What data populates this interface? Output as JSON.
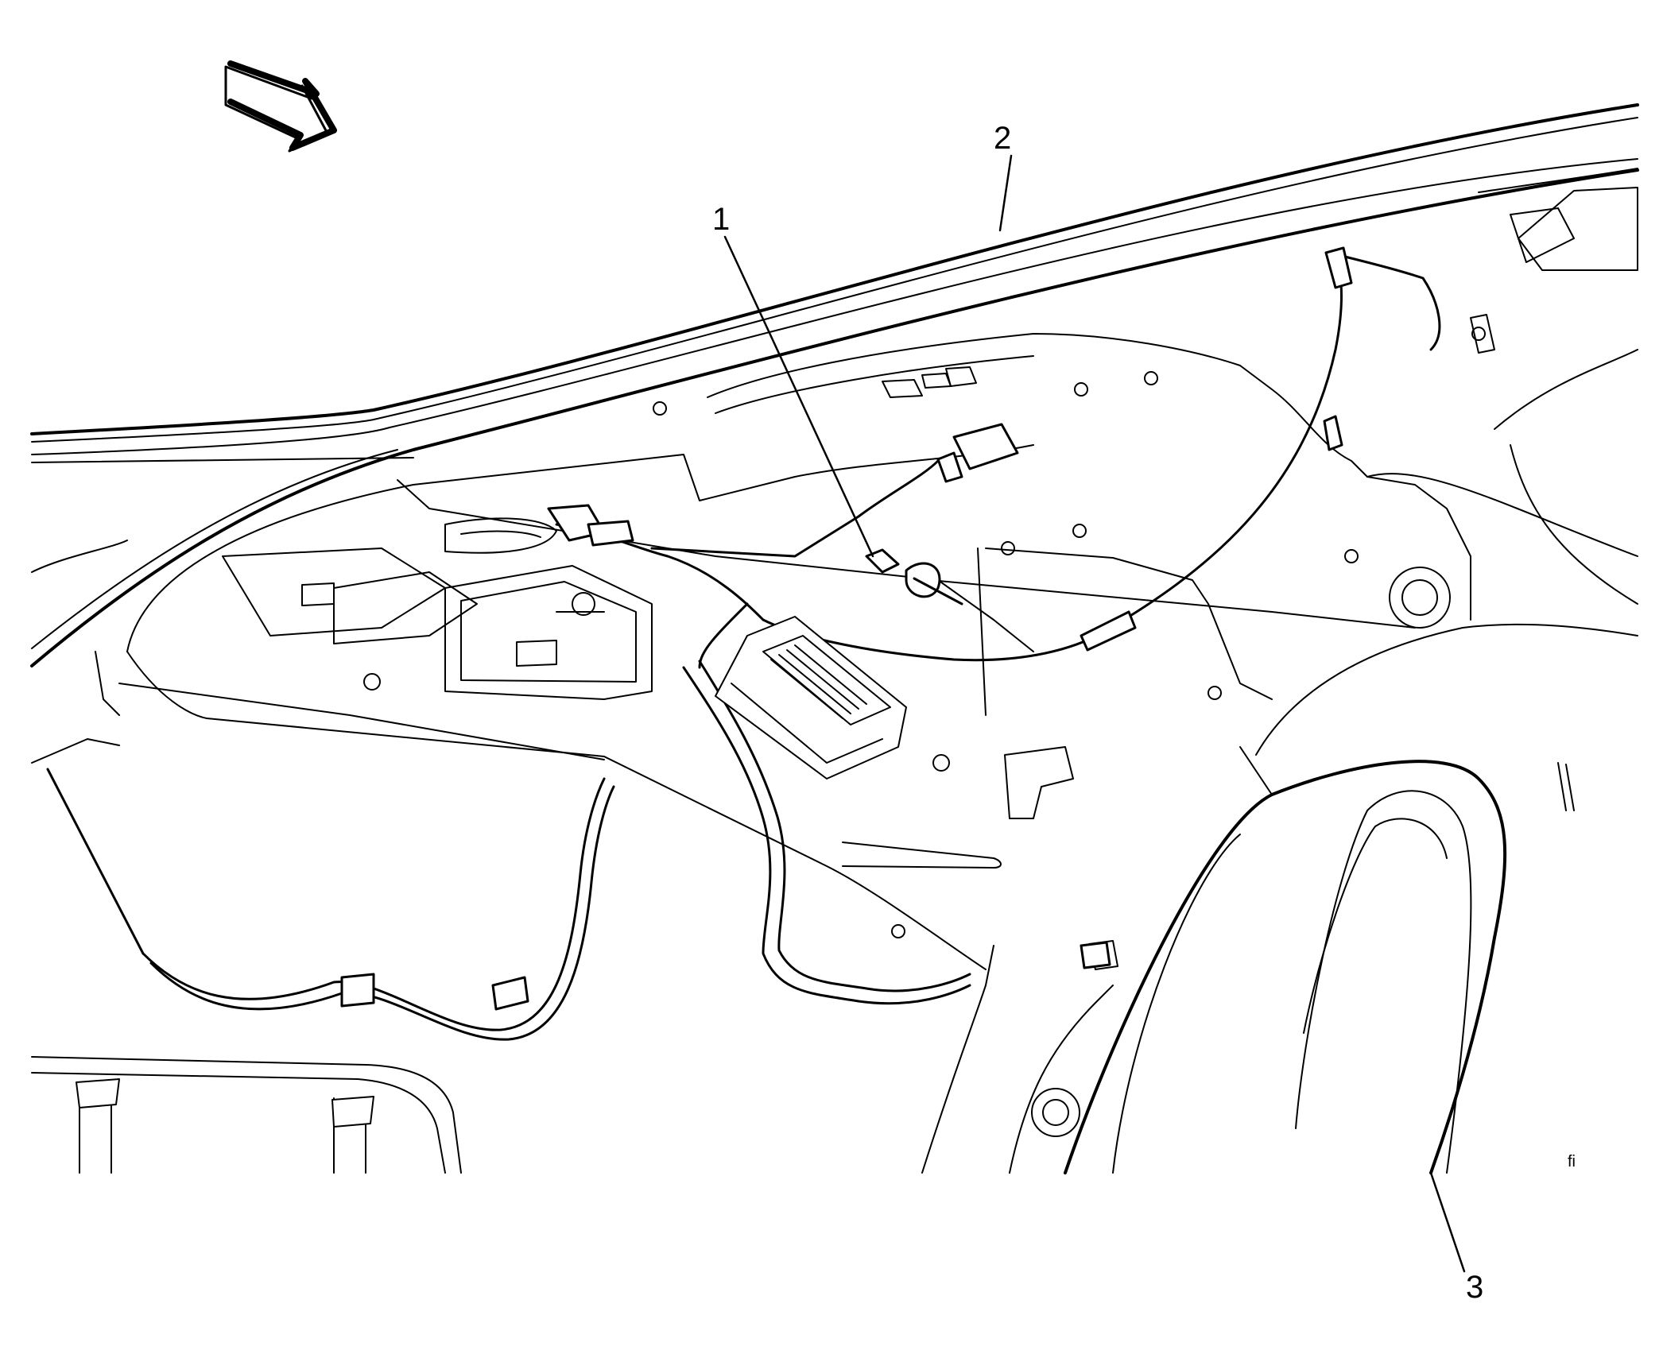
{
  "figure": {
    "callouts": [
      {
        "id": "1",
        "label": "1"
      },
      {
        "id": "2",
        "label": "2"
      },
      {
        "id": "3",
        "label": "3"
      }
    ],
    "corner_mark": "fi"
  },
  "colors": {
    "line": "#000000",
    "background": "#ffffff"
  }
}
